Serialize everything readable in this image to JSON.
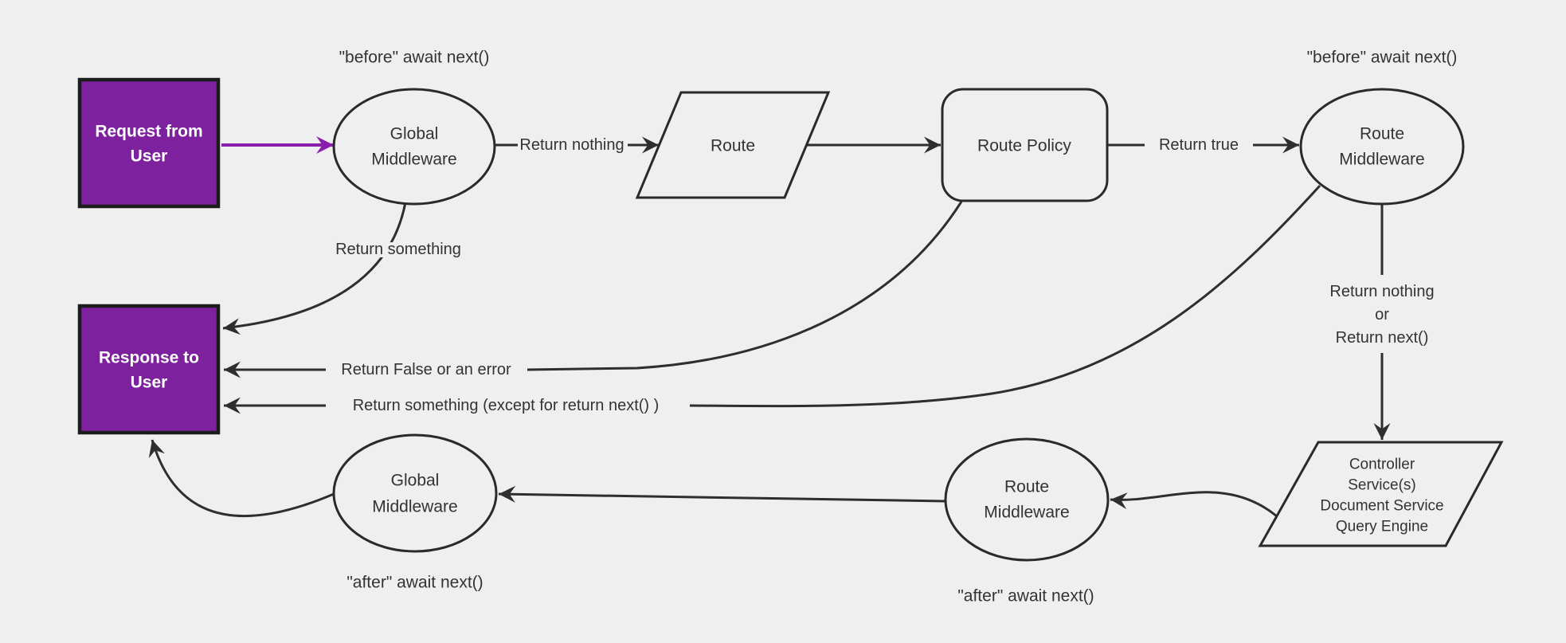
{
  "diagram": {
    "background_color": "#efefef",
    "accent_purple_fill": "#7d219e",
    "accent_purple_arrow": "#8a1fae",
    "line_color": "#2e2e2e",
    "node_text_color": "#333333",
    "box_text_color": "#ffffff",
    "nodes": {
      "request": {
        "line1": "Request from",
        "line2": "User"
      },
      "global_middleware_top": {
        "line1": "Global",
        "line2": "Middleware"
      },
      "route": {
        "label": "Route"
      },
      "route_policy": {
        "label": "Route Policy"
      },
      "route_middleware_top": {
        "line1": "Route",
        "line2": "Middleware"
      },
      "controller": {
        "line1": "Controller",
        "line2": "Service(s)",
        "line3": "Document Service",
        "line4": "Query Engine"
      },
      "route_middleware_bottom": {
        "line1": "Route",
        "line2": "Middleware"
      },
      "global_middleware_bottom": {
        "line1": "Global",
        "line2": "Middleware"
      },
      "response": {
        "line1": "Response to",
        "line2": "User"
      }
    },
    "annotations": {
      "before_await_left": "\"before\" await next()",
      "before_await_right": "\"before\" await next()",
      "after_await_right": "\"after\" await next()",
      "after_await_left": "\"after\" await next()"
    },
    "edge_labels": {
      "return_nothing": "Return nothing",
      "return_true": "Return true",
      "return_something": "Return something",
      "return_false_or_error": "Return False or an error",
      "return_something_except": "Return something (except for return next() )",
      "return_nothing_or_line1": "Return nothing",
      "return_nothing_or_line2": "or",
      "return_nothing_or_line3": "Return next()"
    }
  }
}
